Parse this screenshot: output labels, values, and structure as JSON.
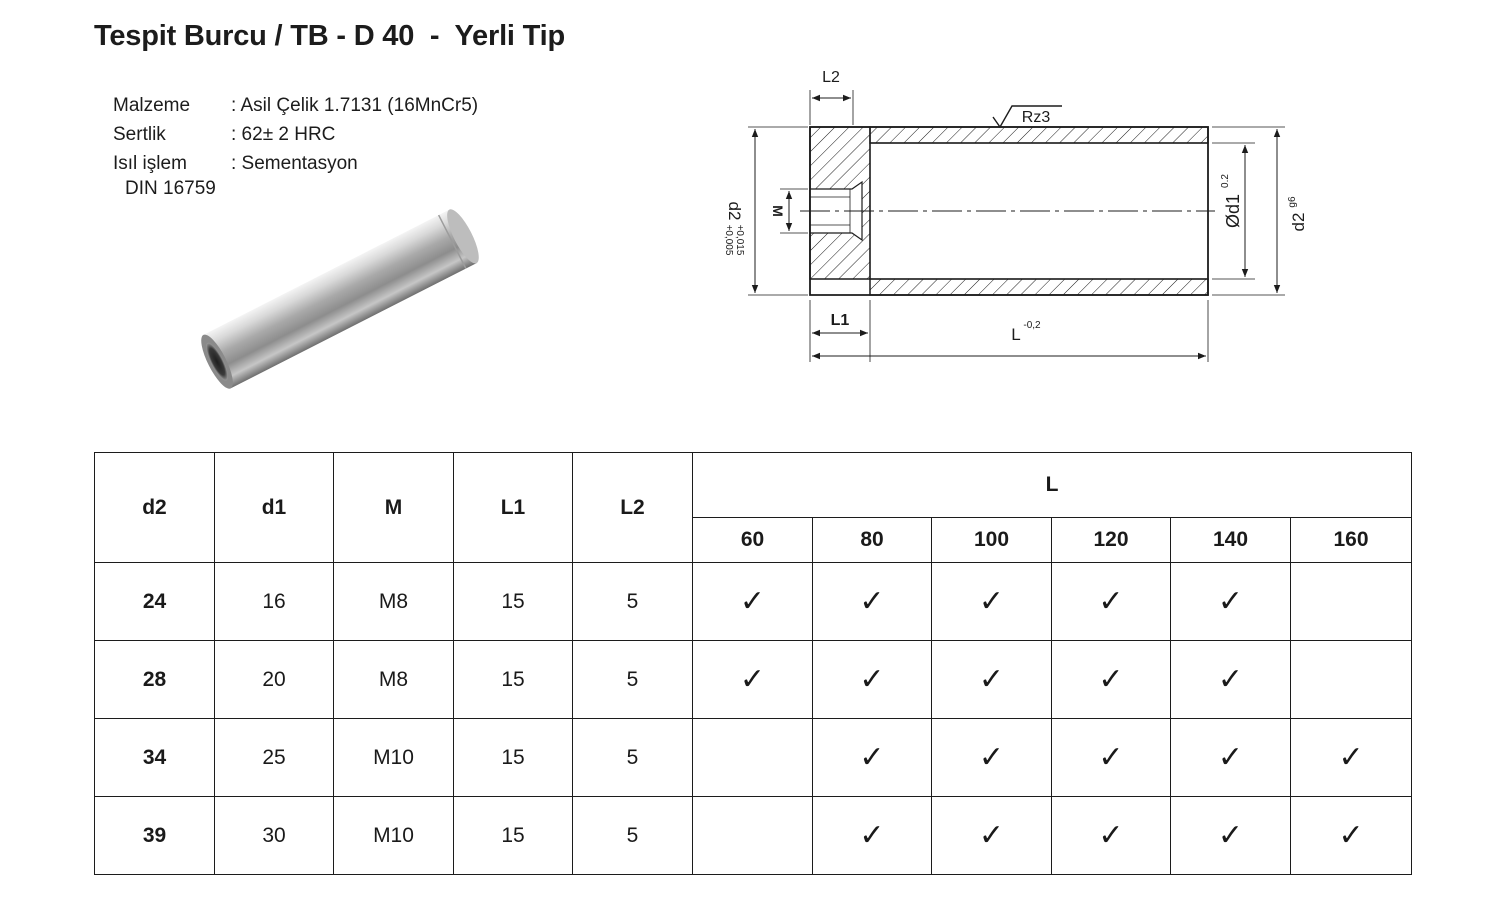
{
  "title": "Tespit Burcu / TB - D 40  -  Yerli Tip",
  "specs": [
    {
      "label": "Malzeme",
      "value": ": Asil Çelik 1.7131 (16MnCr5)"
    },
    {
      "label": "Sertlik",
      "value": ": 62± 2 HRC"
    },
    {
      "label": "Isıl işlem",
      "value": ": Sementasyon"
    }
  ],
  "din": "DIN 16759",
  "drawing": {
    "L2": "L2",
    "Rz3": "Rz3",
    "M": "M",
    "d2_left": "d2",
    "d2_left_tol_top": "+0,015",
    "d2_left_tol_bottom": "+0,005",
    "d1": "Ød1",
    "d1_tol": "0.2",
    "d2_right": "d2",
    "d2_right_tol": "g6",
    "L1": "L1",
    "L": "L",
    "L_tol": "-0,2"
  },
  "table": {
    "headers": [
      "d2",
      "d1",
      "M",
      "L1",
      "L2"
    ],
    "L_header": "L",
    "L_values": [
      "60",
      "80",
      "100",
      "120",
      "140",
      "160"
    ],
    "check_symbol": "✓",
    "rows": [
      {
        "d2": "24",
        "d1": "16",
        "M": "M8",
        "L1": "15",
        "L2": "5",
        "avail": [
          true,
          true,
          true,
          true,
          true,
          false
        ]
      },
      {
        "d2": "28",
        "d1": "20",
        "M": "M8",
        "L1": "15",
        "L2": "5",
        "avail": [
          true,
          true,
          true,
          true,
          true,
          false
        ]
      },
      {
        "d2": "34",
        "d1": "25",
        "M": "M10",
        "L1": "15",
        "L2": "5",
        "avail": [
          false,
          true,
          true,
          true,
          true,
          true
        ]
      },
      {
        "d2": "39",
        "d1": "30",
        "M": "M10",
        "L1": "15",
        "L2": "5",
        "avail": [
          false,
          true,
          true,
          true,
          true,
          true
        ]
      }
    ]
  }
}
